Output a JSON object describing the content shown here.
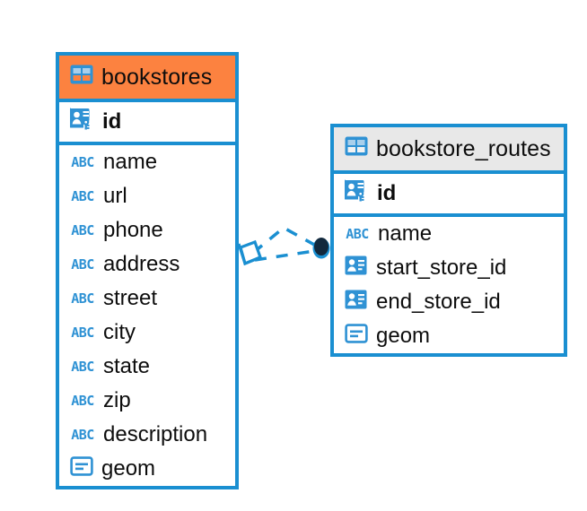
{
  "diagram": {
    "type": "entity-relationship-diagram",
    "background": "#ffffff",
    "colors": {
      "edge": "#1a8fd1",
      "accent_header": "#fc8240",
      "neutral_header": "#e8e8e8",
      "icon_blue": "#2f92d4",
      "relation_line": "#1a8fd1",
      "relation_endpoint": "#12283c",
      "text": "#0d0d0d"
    },
    "entities": [
      {
        "name": "bookstores",
        "header_style": "accent",
        "table_icon": "table-grid-icon",
        "fields": [
          {
            "name": "id",
            "icon": "primary-key-icon",
            "key": "primary"
          },
          {
            "name": "name",
            "icon": "abc-text-icon",
            "icon_text": "ABC"
          },
          {
            "name": "url",
            "icon": "abc-text-icon",
            "icon_text": "ABC"
          },
          {
            "name": "phone",
            "icon": "abc-text-icon",
            "icon_text": "ABC"
          },
          {
            "name": "address",
            "icon": "abc-text-icon",
            "icon_text": "ABC"
          },
          {
            "name": "street",
            "icon": "abc-text-icon",
            "icon_text": "ABC"
          },
          {
            "name": "city",
            "icon": "abc-text-icon",
            "icon_text": "ABC"
          },
          {
            "name": "state",
            "icon": "abc-text-icon",
            "icon_text": "ABC"
          },
          {
            "name": "zip",
            "icon": "abc-text-icon",
            "icon_text": "ABC"
          },
          {
            "name": "description",
            "icon": "abc-text-icon",
            "icon_text": "ABC"
          },
          {
            "name": "geom",
            "icon": "geometry-icon"
          }
        ]
      },
      {
        "name": "bookstore_routes",
        "header_style": "neutral",
        "table_icon": "table-grid-icon",
        "fields": [
          {
            "name": "id",
            "icon": "primary-key-icon",
            "key": "primary"
          },
          {
            "name": "name",
            "icon": "abc-text-icon",
            "icon_text": "ABC"
          },
          {
            "name": "start_store_id",
            "icon": "foreign-key-icon",
            "key": "foreign"
          },
          {
            "name": "end_store_id",
            "icon": "foreign-key-icon",
            "key": "foreign"
          },
          {
            "name": "geom",
            "icon": "geometry-icon"
          }
        ]
      }
    ],
    "relationship": {
      "from": "bookstores",
      "to": "bookstore_routes",
      "line_style": "dashed",
      "source_marker": "diamond-outline",
      "target_marker": "filled-circle"
    }
  }
}
